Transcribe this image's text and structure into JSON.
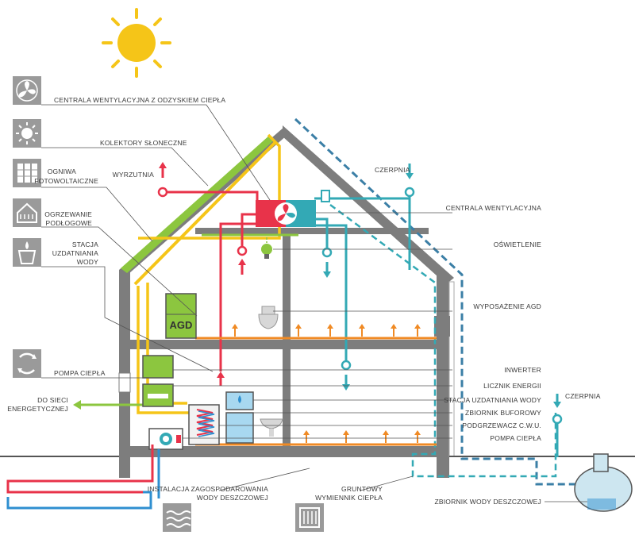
{
  "labels": {
    "centrala_odzysk": "CENTRALA WENTYLACYJNA Z ODZYSKIEM CIEPŁA",
    "kolektory": "KOLEKTORY SŁONECZNE",
    "ogniwa_1": "OGNIWA",
    "ogniwa_2": "FOTOWOLTAICZNE",
    "ogrzewanie_1": "OGRZEWANIE",
    "ogrzewanie_2": "PODŁOGOWE",
    "stacja_1": "STACJA",
    "stacja_2": "UZDATNIANIA",
    "stacja_3": "WODY",
    "pompa_left": "POMPA CIEPŁA",
    "do_sieci_1": "DO SIECI",
    "do_sieci_2": "ENERGETYCZNEJ",
    "wyrzutnia": "WYRZUTNIA",
    "czerpnia_top": "CZERPNIA",
    "czerpnia_right": "CZERPNIA",
    "centrala": "CENTRALA WENTYLACYJNA",
    "oswietlenie": "OŚWIETLENIE",
    "wyposazenie": "WYPOSAŻENIE AGD",
    "inwerter": "INWERTER",
    "licznik": "LICZNIK ENERGII",
    "stacja_wody": "STACJA UZDATNIANIA WODY",
    "zbiornik_buforowy": "ZBIORNIK BUFOROWY",
    "podgrzewacz": "PODGRZEWACZ C.W.U.",
    "pompa_right": "POMPA CIEPŁA",
    "instalacja_1": "INSTALACJA ZAGOSPODAROWANIA",
    "instalacja_2": "WODY DESZCZOWEJ",
    "gruntowy_1": "GRUNTOWY",
    "gruntowy_2": "WYMIENNIK CIEPŁA",
    "zbiornik_deszcz": "ZBIORNIK WODY DESZCZOWEJ",
    "agd": "AGD"
  },
  "icons": [
    "fan-icon",
    "sun-collector-icon",
    "solar-panel-icon",
    "floor-heating-icon",
    "water-station-icon",
    "heat-pump-icon",
    "rainwater-icon",
    "ground-exchanger-icon"
  ],
  "colors": {
    "wall": "#7d7d7d",
    "floor_heating": "#f08a24",
    "warm_air": "#e8334a",
    "fresh_air": "#33a9b5",
    "duct_dashed": "#3b7fa6",
    "solar": "#f5c518",
    "electric": "#8cc63f",
    "ground_red": "#e8334a",
    "ground_blue": "#2f8fd0",
    "icon_bg": "#9a9a9a"
  }
}
